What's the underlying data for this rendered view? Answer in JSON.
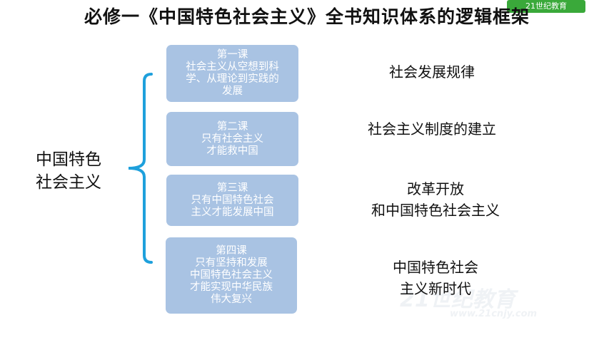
{
  "title": "必修一《中国特色社会主义》全书知识体系的逻辑框架",
  "logo_text": "21世纪教育",
  "watermark": {
    "main": "21世纪教育",
    "sub": "www.21cnjy.com"
  },
  "root": [
    "中国特色",
    "社会主义"
  ],
  "lessons": [
    {
      "lines": [
        "第一课",
        "社会主义从空想到科",
        "学、从理论到实践的",
        "发展"
      ]
    },
    {
      "lines": [
        "第二课",
        "只有社会主义",
        "才能救中国"
      ]
    },
    {
      "lines": [
        "第三课",
        "只有中国特色社会",
        "主义才能发展中国"
      ]
    },
    {
      "lines": [
        "第四课",
        "只有坚持和发展",
        "中国特色社会主义",
        "才能实现中华民族",
        "伟大复兴"
      ]
    }
  ],
  "themes": [
    {
      "lines": [
        "社会发展规律"
      ]
    },
    {
      "lines": [
        "社会主义制度的建立"
      ]
    },
    {
      "lines": [
        "改革开放",
        "和中国特色社会主义"
      ]
    },
    {
      "lines": [
        "中国特色社会",
        "主义新时代"
      ]
    }
  ],
  "colors": {
    "box": "#a9c3e3",
    "brace": "#1ea0dc",
    "text": "#111111"
  }
}
